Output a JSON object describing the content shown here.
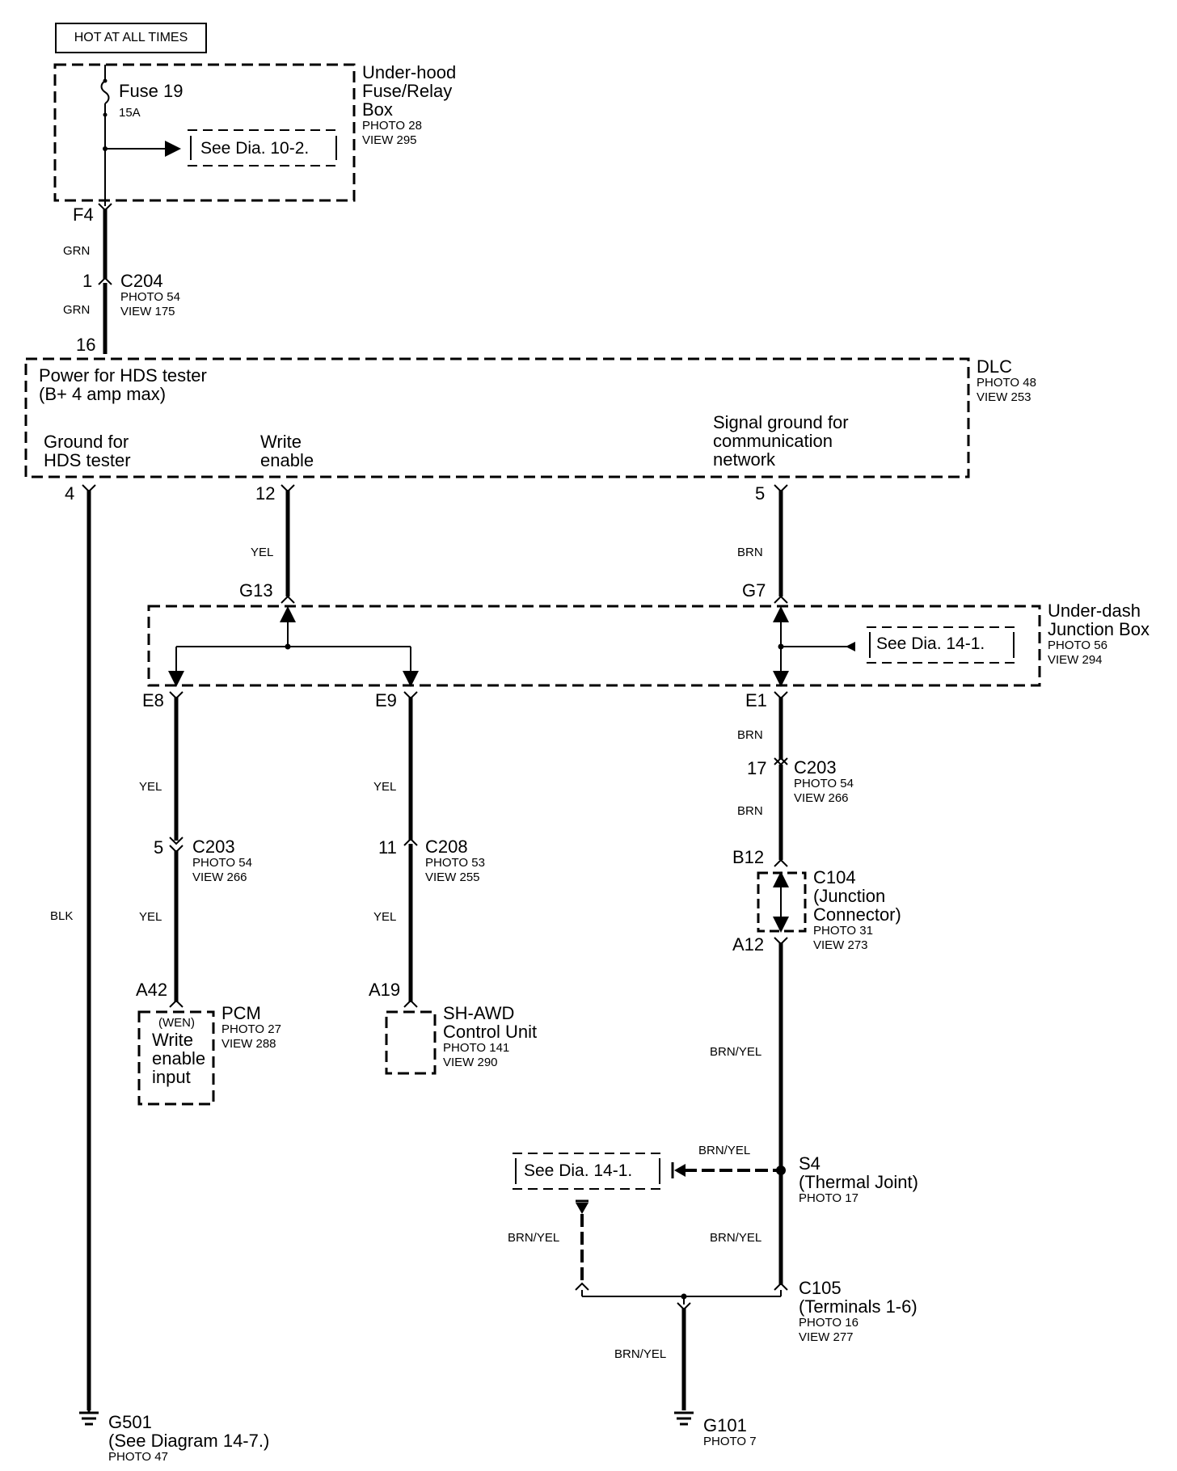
{
  "header": {
    "hot_label": "HOT AT ALL TIMES"
  },
  "fuse_box": {
    "name_lines": [
      "Under-hood",
      "Fuse/Relay",
      "Box"
    ],
    "photo": "PHOTO 28",
    "view": "VIEW 295",
    "fuse_label": "Fuse 19",
    "fuse_rating": "15A",
    "see_ref": "See Dia. 10-2."
  },
  "c204": {
    "pin_f4": "F4",
    "wire_top": "GRN",
    "pin": "1",
    "name": "C204",
    "photo": "PHOTO 54",
    "view": "VIEW 175",
    "wire_bottom": "GRN",
    "pin_16": "16"
  },
  "dlc": {
    "name": "DLC",
    "photo": "PHOTO 48",
    "view": "VIEW 253",
    "power_line1": "Power for HDS tester",
    "power_line2": "(B+ 4 amp max)",
    "ground_line1": "Ground for",
    "ground_line2": "HDS tester",
    "write_line1": "Write",
    "write_line2": "enable",
    "signal_line1": "Signal ground for",
    "signal_line2": "communication",
    "signal_line3": "network",
    "pin_4": "4",
    "pin_12": "12",
    "pin_5": "5"
  },
  "wires": {
    "yel_top": "YEL",
    "brn_top": "BRN",
    "blk": "BLK",
    "yel_e8_upper": "YEL",
    "yel_e8_lower": "YEL",
    "yel_e9_upper": "YEL",
    "yel_e9_lower": "YEL",
    "brn_e1": "BRN",
    "brn_c203": "BRN",
    "brnyel_a12": "BRN/YEL",
    "brnyel_s4_left": "BRN/YEL",
    "brnyel_s4_down": "BRN/YEL",
    "brnyel_left_down": "BRN/YEL",
    "brnyel_g101": "BRN/YEL"
  },
  "junction_box": {
    "name_line1": "Under-dash",
    "name_line2": "Junction Box",
    "photo": "PHOTO 56",
    "view": "VIEW 294",
    "pin_g13": "G13",
    "pin_g7": "G7",
    "pin_e8": "E8",
    "pin_e9": "E9",
    "pin_e1": "E1",
    "see_ref": "See Dia. 14-1."
  },
  "c203_left": {
    "pin": "5",
    "name": "C203",
    "photo": "PHOTO 54",
    "view": "VIEW 266"
  },
  "c208": {
    "pin": "11",
    "name": "C208",
    "photo": "PHOTO 53",
    "view": "VIEW 255"
  },
  "c203_right": {
    "pin": "17",
    "name": "C203",
    "photo": "PHOTO 54",
    "view": "VIEW 266"
  },
  "c104": {
    "pin_b12": "B12",
    "pin_a12": "A12",
    "name": "C104",
    "desc_line1": "(Junction",
    "desc_line2": "Connector)",
    "photo": "PHOTO 31",
    "view": "VIEW 273"
  },
  "pcm": {
    "pin": "A42",
    "name": "PCM",
    "photo": "PHOTO 27",
    "view": "VIEW 288",
    "code": "(WEN)",
    "inner_line1": "Write",
    "inner_line2": "enable",
    "inner_line3": "input"
  },
  "shawd": {
    "pin": "A19",
    "name_line1": "SH-AWD",
    "name_line2": "Control Unit",
    "photo": "PHOTO 141",
    "view": "VIEW 290"
  },
  "s4": {
    "name": "S4",
    "desc": "(Thermal Joint)",
    "photo": "PHOTO 17",
    "see_ref": "See Dia. 14-1."
  },
  "c105": {
    "name": "C105",
    "desc": "(Terminals 1-6)",
    "photo": "PHOTO 16",
    "view": "VIEW 277"
  },
  "g501": {
    "name": "G501",
    "desc": "(See Diagram 14-7.)",
    "photo": "PHOTO 47"
  },
  "g101": {
    "name": "G101",
    "photo": "PHOTO 7"
  }
}
